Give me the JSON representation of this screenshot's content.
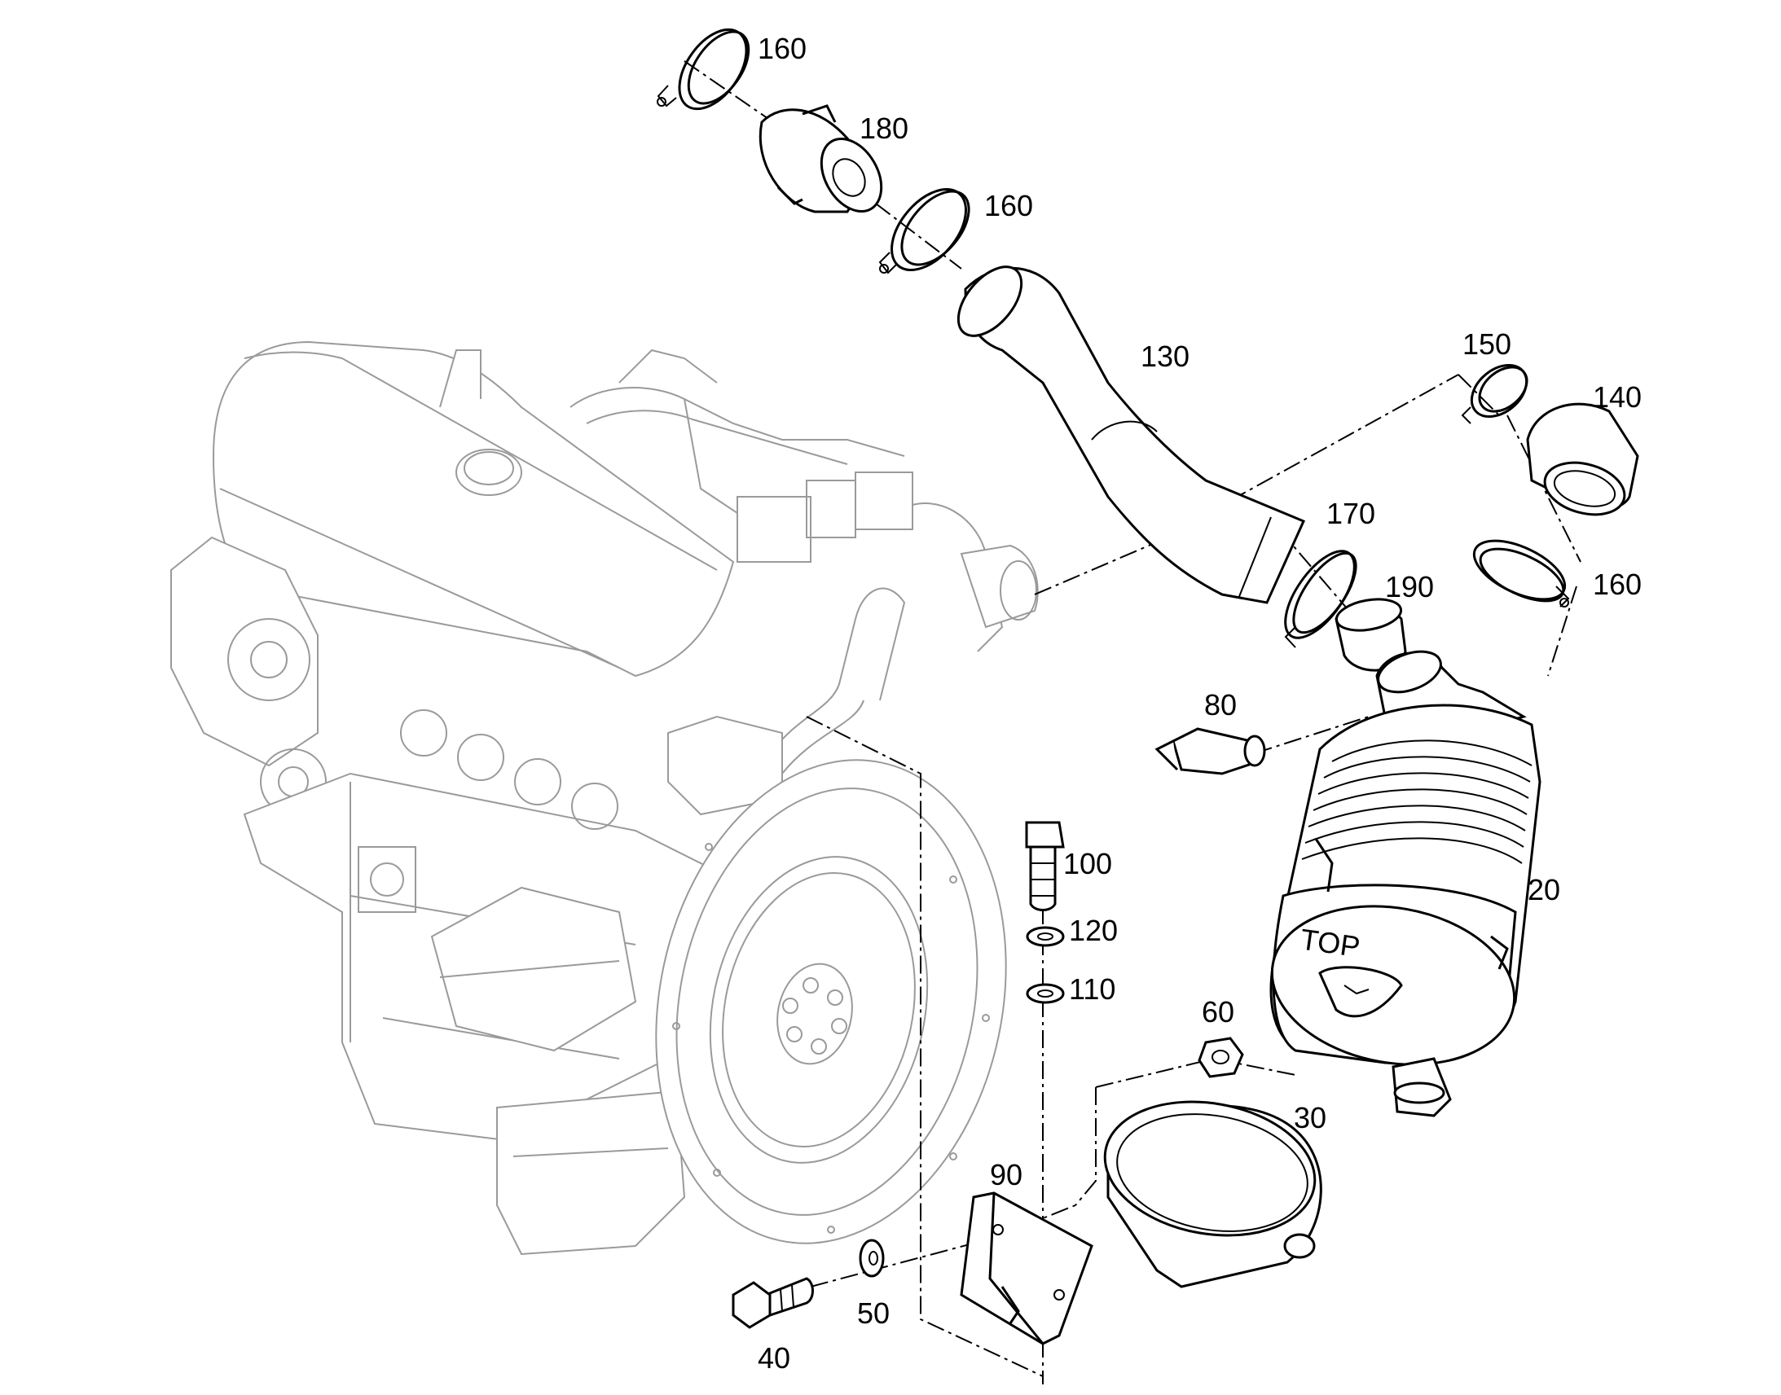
{
  "diagram": {
    "type": "exploded parts diagram",
    "callouts": [
      {
        "id": "c160a",
        "text": "160"
      },
      {
        "id": "c180",
        "text": "180"
      },
      {
        "id": "c160b",
        "text": "160"
      },
      {
        "id": "c130",
        "text": "130"
      },
      {
        "id": "c150",
        "text": "150"
      },
      {
        "id": "c140",
        "text": "140"
      },
      {
        "id": "c170",
        "text": "170"
      },
      {
        "id": "c190",
        "text": "190"
      },
      {
        "id": "c160c",
        "text": "160"
      },
      {
        "id": "c80",
        "text": "80"
      },
      {
        "id": "c100",
        "text": "100"
      },
      {
        "id": "c120",
        "text": "120"
      },
      {
        "id": "c110",
        "text": "110"
      },
      {
        "id": "c20",
        "text": "20"
      },
      {
        "id": "c60",
        "text": "60"
      },
      {
        "id": "c30",
        "text": "30"
      },
      {
        "id": "c90",
        "text": "90"
      },
      {
        "id": "c40",
        "text": "40"
      },
      {
        "id": "c50",
        "text": "50"
      }
    ],
    "housing_embossing": "TOP",
    "colors": {
      "parts": "#000000",
      "engine": "#9a9a9a",
      "background": "#ffffff"
    }
  }
}
